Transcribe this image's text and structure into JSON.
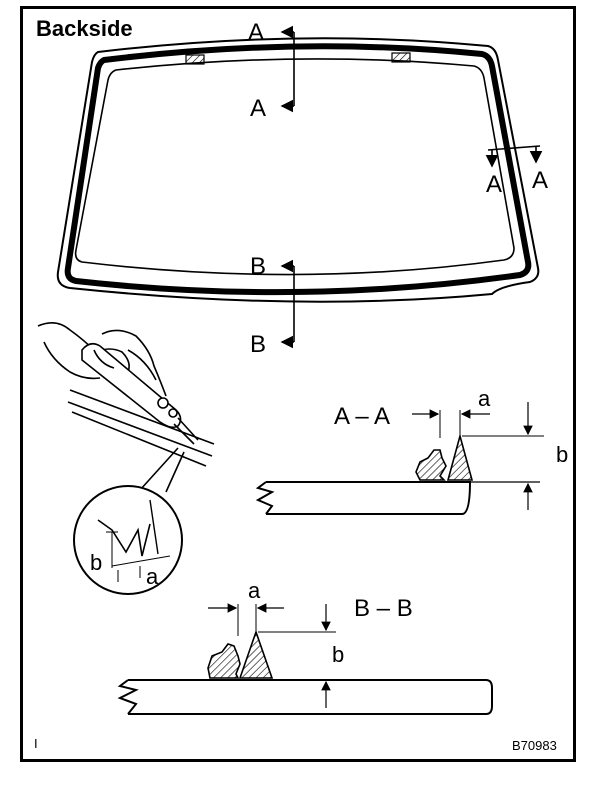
{
  "title": "Backside",
  "section_labels": {
    "a_top_1": "A",
    "a_top_2": "A",
    "a_side_1": "A",
    "a_side_2": "A",
    "b_mid_1": "B",
    "b_mid_2": "B"
  },
  "section_aa": {
    "heading": "A – A",
    "dim_a": "a",
    "dim_b": "b"
  },
  "section_bb": {
    "heading": "B – B",
    "dim_a": "a",
    "dim_b": "b"
  },
  "detail_circle": {
    "dim_a": "a",
    "dim_b": "b"
  },
  "footer": {
    "left_mark": "I",
    "figure_code": "B70983"
  },
  "colors": {
    "ink": "#000000",
    "paper": "#ffffff"
  }
}
